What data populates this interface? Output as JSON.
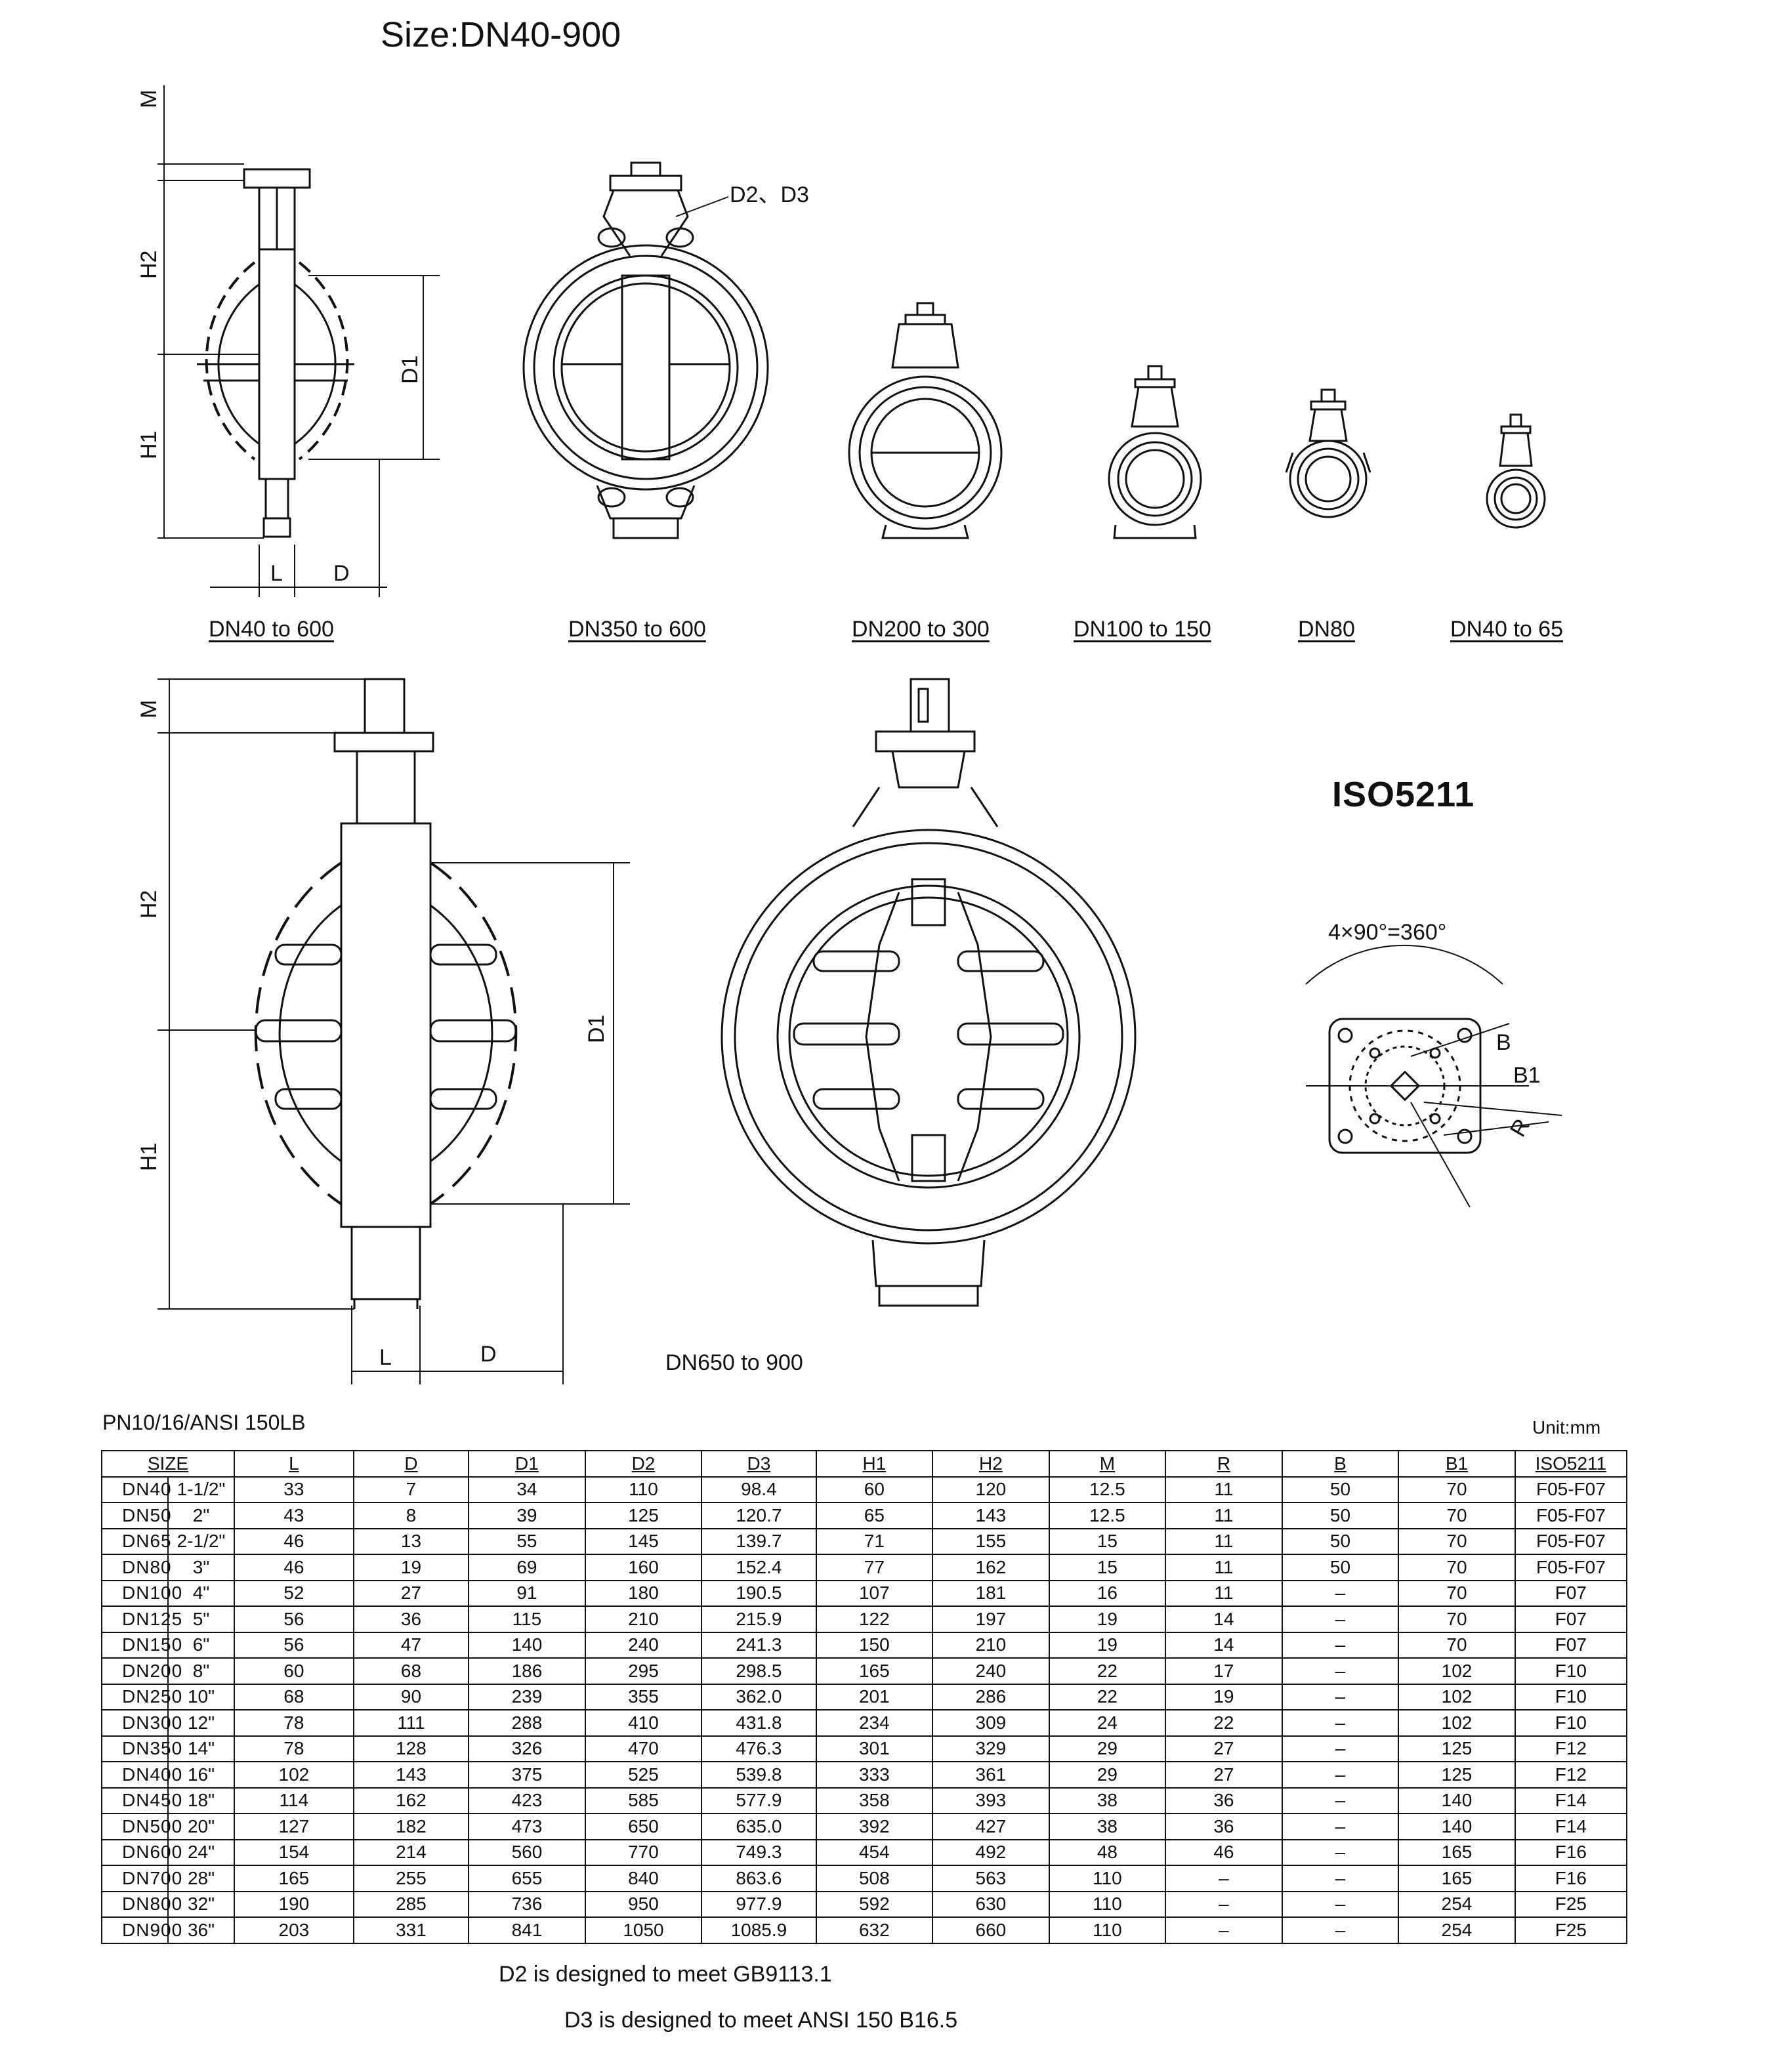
{
  "title": "Size:DN40-900",
  "captions": {
    "c1": "DN40 to 600",
    "c2": "DN350 to 600",
    "c3": "DN200 to 300",
    "c4": "DN100 to 150",
    "c5": "DN80",
    "c6": "DN40 to 65",
    "c7": "DN650 to 900"
  },
  "dim_labels": {
    "m": "M",
    "h1": "H1",
    "h2": "H2",
    "d1": "D1",
    "l": "L",
    "d": "D",
    "d2d3": "D2、D3",
    "b": "B",
    "b1": "B1",
    "r": "R",
    "rotation": "4×90°=360°"
  },
  "iso": "ISO5211",
  "standard": "PN10/16/ANSI 150LB",
  "unit": "Unit:mm",
  "table": {
    "headers": [
      "SIZE",
      "L",
      "D",
      "D1",
      "D2",
      "D3",
      "H1",
      "H2",
      "M",
      "R",
      "B",
      "B1",
      "ISO5211"
    ],
    "rows": [
      [
        "DN40",
        "1-1/2\"",
        "33",
        "7",
        "34",
        "110",
        "98.4",
        "60",
        "120",
        "12.5",
        "11",
        "50",
        "70",
        "F05-F07"
      ],
      [
        "DN50",
        "2\"",
        "43",
        "8",
        "39",
        "125",
        "120.7",
        "65",
        "143",
        "12.5",
        "11",
        "50",
        "70",
        "F05-F07"
      ],
      [
        "DN65",
        "2-1/2\"",
        "46",
        "13",
        "55",
        "145",
        "139.7",
        "71",
        "155",
        "15",
        "11",
        "50",
        "70",
        "F05-F07"
      ],
      [
        "DN80",
        "3\"",
        "46",
        "19",
        "69",
        "160",
        "152.4",
        "77",
        "162",
        "15",
        "11",
        "50",
        "70",
        "F05-F07"
      ],
      [
        "DN100",
        "4\"",
        "52",
        "27",
        "91",
        "180",
        "190.5",
        "107",
        "181",
        "16",
        "11",
        "–",
        "70",
        "F07"
      ],
      [
        "DN125",
        "5\"",
        "56",
        "36",
        "115",
        "210",
        "215.9",
        "122",
        "197",
        "19",
        "14",
        "–",
        "70",
        "F07"
      ],
      [
        "DN150",
        "6\"",
        "56",
        "47",
        "140",
        "240",
        "241.3",
        "150",
        "210",
        "19",
        "14",
        "–",
        "70",
        "F07"
      ],
      [
        "DN200",
        "8\"",
        "60",
        "68",
        "186",
        "295",
        "298.5",
        "165",
        "240",
        "22",
        "17",
        "–",
        "102",
        "F10"
      ],
      [
        "DN250",
        "10\"",
        "68",
        "90",
        "239",
        "355",
        "362.0",
        "201",
        "286",
        "22",
        "19",
        "–",
        "102",
        "F10"
      ],
      [
        "DN300",
        "12\"",
        "78",
        "111",
        "288",
        "410",
        "431.8",
        "234",
        "309",
        "24",
        "22",
        "–",
        "102",
        "F10"
      ],
      [
        "DN350",
        "14\"",
        "78",
        "128",
        "326",
        "470",
        "476.3",
        "301",
        "329",
        "29",
        "27",
        "–",
        "125",
        "F12"
      ],
      [
        "DN400",
        "16\"",
        "102",
        "143",
        "375",
        "525",
        "539.8",
        "333",
        "361",
        "29",
        "27",
        "–",
        "125",
        "F12"
      ],
      [
        "DN450",
        "18\"",
        "114",
        "162",
        "423",
        "585",
        "577.9",
        "358",
        "393",
        "38",
        "36",
        "–",
        "140",
        "F14"
      ],
      [
        "DN500",
        "20\"",
        "127",
        "182",
        "473",
        "650",
        "635.0",
        "392",
        "427",
        "38",
        "36",
        "–",
        "140",
        "F14"
      ],
      [
        "DN600",
        "24\"",
        "154",
        "214",
        "560",
        "770",
        "749.3",
        "454",
        "492",
        "48",
        "46",
        "–",
        "165",
        "F16"
      ],
      [
        "DN700",
        "28\"",
        "165",
        "255",
        "655",
        "840",
        "863.6",
        "508",
        "563",
        "110",
        "–",
        "–",
        "165",
        "F16"
      ],
      [
        "DN800",
        "32\"",
        "190",
        "285",
        "736",
        "950",
        "977.9",
        "592",
        "630",
        "110",
        "–",
        "–",
        "254",
        "F25"
      ],
      [
        "DN900",
        "36\"",
        "203",
        "331",
        "841",
        "1050",
        "1085.9",
        "632",
        "660",
        "110",
        "–",
        "–",
        "254",
        "F25"
      ]
    ]
  },
  "notes": [
    "D2 is designed to meet GB9113.1",
    "D3 is designed to meet ANSI 150 B16.5"
  ]
}
